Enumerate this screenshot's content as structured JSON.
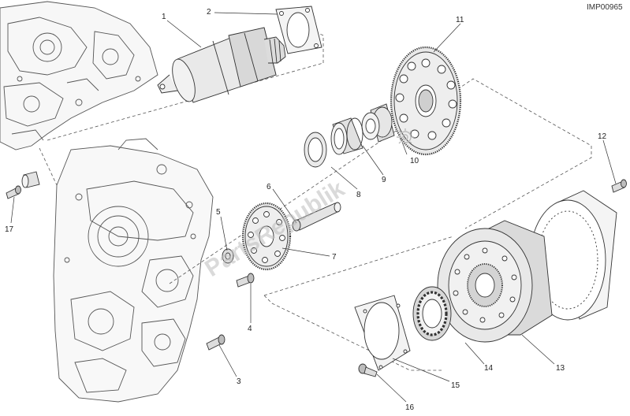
{
  "diagram_code": "IMP00965",
  "watermark": "PartsRepublik",
  "callouts": [
    "1",
    "2",
    "3",
    "4",
    "5",
    "6",
    "7",
    "8",
    "9",
    "10",
    "11",
    "12",
    "13",
    "14",
    "15",
    "16",
    "17"
  ],
  "colors": {
    "line": "#333333",
    "part": "#e9e9e9",
    "dark": "#444444",
    "ink": "#222222"
  }
}
